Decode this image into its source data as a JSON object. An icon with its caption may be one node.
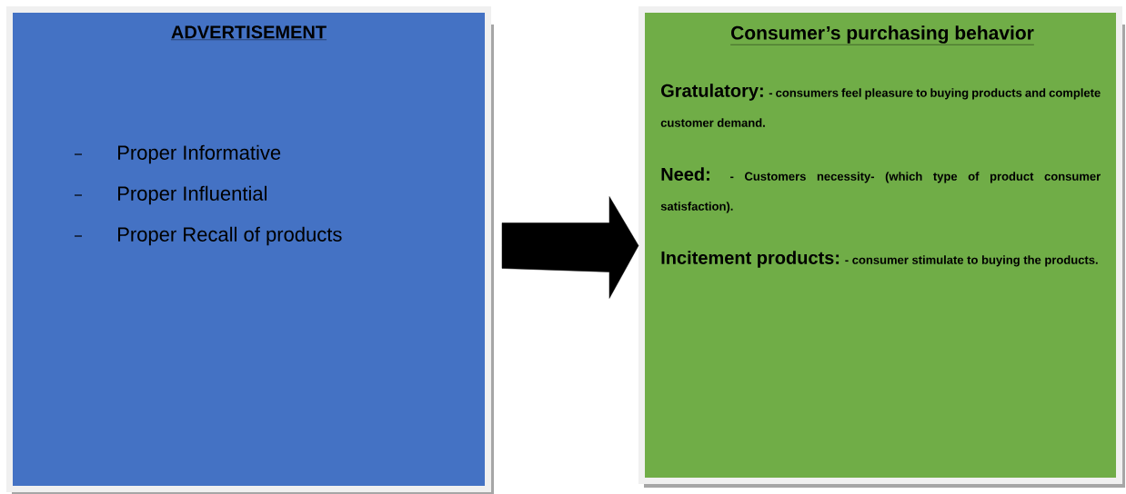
{
  "diagram": {
    "nodes": [
      {
        "text": [
          "ADVERTISEMENT",
          "Proper Informative",
          "Proper Influential",
          "Proper Recall of products"
        ]
      },
      {
        "text": [
          "Consumer’s purchasing behavior",
          "Gratulatory:",
          "- consumers feel pleasure to buying products and complete customer demand.",
          "Need:",
          "- Customers necessity- (which type of product consumer satisfaction).",
          "Incitement products:",
          "- consumer stimulate to buying the products."
        ]
      }
    ],
    "edges": [
      {
        "from": 0,
        "to": 1,
        "arrow": "to"
      }
    ]
  }
}
